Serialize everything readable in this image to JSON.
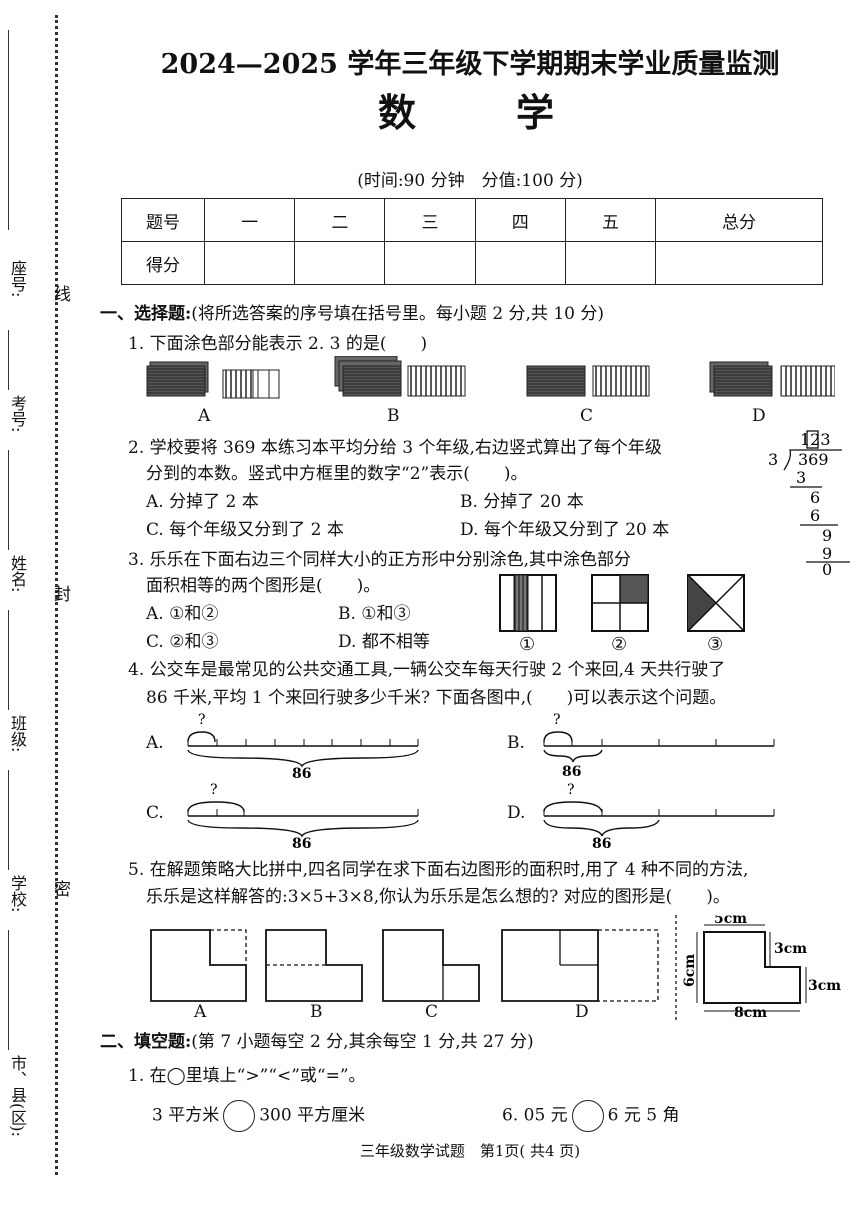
{
  "header": {
    "title": "2024—2025 学年三年级下学期期末学业质量监测",
    "subject": "数　　学",
    "time_info": "(时间:90 分钟　分值:100 分)"
  },
  "binding": {
    "labels": [
      "线",
      "封",
      "密"
    ],
    "fields": [
      "市、县(区):",
      "学校:",
      "班级:",
      "姓名:",
      "考号:",
      "座号:"
    ]
  },
  "score_table": {
    "row1": [
      "题号",
      "一",
      "二",
      "三",
      "四",
      "五",
      "总分"
    ],
    "row2_label": "得分"
  },
  "section1": {
    "heading": "一、选择题:",
    "instruction": "(将所选答案的序号填在括号里。每小题 2 分,共 10 分)",
    "q1": {
      "text": "1. 下面涂色部分能表示 2. 3 的是(　　)",
      "options": [
        "A",
        "B",
        "C",
        "D"
      ]
    },
    "q2": {
      "line1": "2. 学校要将 369 本练习本平均分给 3 个年级,右边竖式算出了每个年级",
      "line2": "分到的本数。竖式中方框里的数字“2”表示(　　)。",
      "options": [
        "A. 分掉了 2 本",
        "B. 分掉了 20 本",
        "C. 每个年级又分到了 2 本",
        "D. 每个年级又分到了 20 本"
      ],
      "division": {
        "quotient": "123",
        "divisor": "3",
        "dividend": "369",
        "steps": [
          "3",
          "6",
          "6",
          "9",
          "9",
          "0"
        ]
      }
    },
    "q3": {
      "line1": "3. 乐乐在下面右边三个同样大小的正方形中分别涂色,其中涂色部分",
      "line2": "面积相等的两个图形是(　　)。",
      "options": [
        "A. ①和②",
        "B. ①和③",
        "C. ②和③",
        "D. 都不相等"
      ],
      "figure_labels": [
        "①",
        "②",
        "③"
      ]
    },
    "q4": {
      "line1": "4. 公交车是最常见的公共交通工具,一辆公交车每天行驶 2 个来回,4 天共行驶了",
      "line2": "86 千米,平均 1 个来回行驶多少千米? 下面各图中,(　　)可以表示这个问题。",
      "options": [
        "A.",
        "B.",
        "C.",
        "D."
      ],
      "total": "86",
      "unknown": "?"
    },
    "q5": {
      "line1": "5. 在解题策略大比拼中,四名同学在求下面右边图形的面积时,用了 4 种不同的方法,",
      "line2": "乐乐是这样解答的:3×5+3×8,你认为乐乐是怎么想的? 对应的图形是(　　)。",
      "options": [
        "A",
        "B",
        "C",
        "D"
      ],
      "dims": {
        "top": "5cm",
        "mid": "3cm",
        "right": "3cm",
        "left": "6cm",
        "bottom": "8cm"
      }
    }
  },
  "section2": {
    "heading": "二、填空题:",
    "instruction": "(第 7 小题每空 2 分,其余每空 1 分,共 27 分)",
    "q1": {
      "text": "1. 在◯里填上“>”“<”或“=”。",
      "items": [
        {
          "left": "3 平方米",
          "right": "300 平方厘米"
        },
        {
          "left": "6. 05 元",
          "right": "6 元 5 角"
        }
      ]
    }
  },
  "footer": "三年级数学试题　第1页( 共4 页)"
}
